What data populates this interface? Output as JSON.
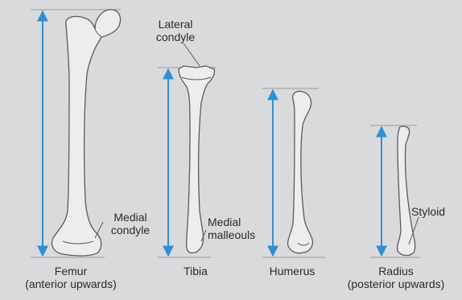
{
  "colors": {
    "background": "#d9dadc",
    "bone_fill": "#ededef",
    "bone_stroke": "#5b5b5e",
    "arrow": "#2f8fd4",
    "guide_line": "#9a9a9c",
    "text": "#2b2b2b"
  },
  "bones": [
    {
      "id": "femur",
      "name": "Femur",
      "note": "(anterior upwards)"
    },
    {
      "id": "tibia",
      "name": "Tibia",
      "note": ""
    },
    {
      "id": "humerus",
      "name": "Humerus",
      "note": ""
    },
    {
      "id": "radius",
      "name": "Radius",
      "note": "(posterior upwards)"
    }
  ],
  "annotations": {
    "lateral_condyle": [
      "Lateral",
      "condyle"
    ],
    "medial_condyle": [
      "Medial",
      "condyle"
    ],
    "medial_malleolus": [
      "Medial",
      "malleouls"
    ],
    "styloid": "Styloid"
  }
}
